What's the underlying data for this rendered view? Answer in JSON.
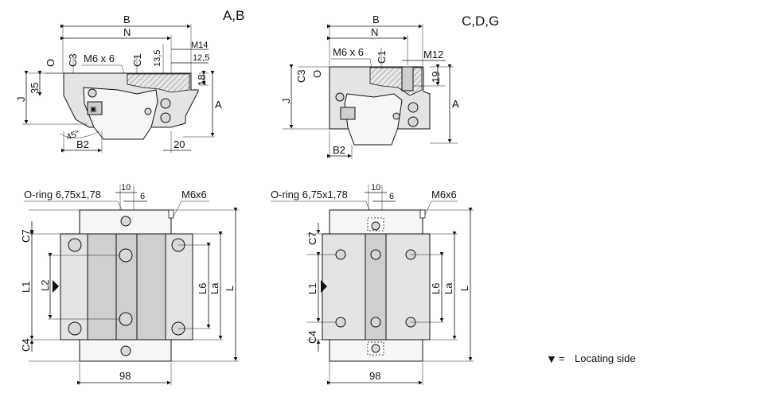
{
  "views": {
    "top_left": {
      "variant": "A,B",
      "dims": {
        "B": "B",
        "N": "N",
        "M14": "M14",
        "m13_5": "13,5",
        "m12_5": "12,5",
        "O": "O",
        "C3": "C3",
        "M6x6": "M6 x 6",
        "C1": "C1",
        "d35": "35",
        "d18": "18",
        "J": "J",
        "A": "A",
        "d45": "45°",
        "B2": "B2",
        "d20": "20"
      }
    },
    "top_right": {
      "variant": "C,D,G",
      "dims": {
        "B": "B",
        "N": "N",
        "M6x6": "M6 x 6",
        "C1": "C1",
        "M12": "M12",
        "C3": "C3",
        "O": "O",
        "d19": "19",
        "J": "J",
        "A": "A",
        "B2": "B2"
      }
    },
    "bottom_left": {
      "dims": {
        "oring": "O-ring 6,75x1,78",
        "d10": "10",
        "d6": "6",
        "M6x6": "M6x6",
        "C7": "C7",
        "L1": "L1",
        "L2": "L2",
        "C4": "C4",
        "L6": "L6",
        "La": "La",
        "L": "L",
        "d98": "98"
      }
    },
    "bottom_right": {
      "dims": {
        "oring": "O-ring 6,75x1,78",
        "d10": "10",
        "d6": "6",
        "M6x6": "M6x6",
        "C7": "C7",
        "L1": "L1",
        "C4": "C4",
        "L6": "L6",
        "La": "La",
        "L": "L",
        "d98": "98"
      }
    }
  },
  "legend": {
    "symbol": "▼",
    "equals": "=",
    "text": "Locating side"
  }
}
